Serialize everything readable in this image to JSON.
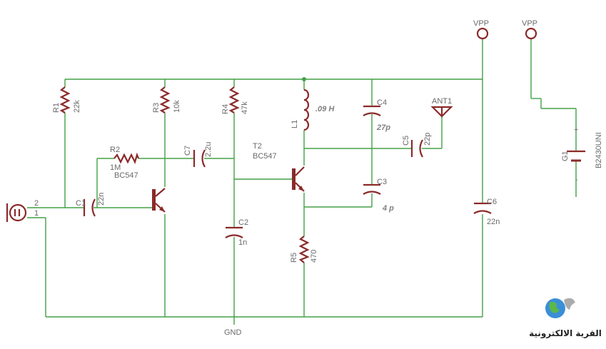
{
  "power": {
    "vpp1": "VPP",
    "vpp2": "VPP",
    "gnd": "GND"
  },
  "connector": {
    "pin2": "2",
    "pin1": "1"
  },
  "components": {
    "R1": {
      "name": "R1",
      "value": "22k"
    },
    "R2": {
      "name": "R2",
      "value": "1M"
    },
    "R3": {
      "name": "R3",
      "value": "10k"
    },
    "R4": {
      "name": "R4",
      "value": "47k"
    },
    "R5": {
      "name": "R5",
      "value": "470"
    },
    "C1": {
      "name": "C1",
      "value": "22n"
    },
    "C2": {
      "name": "C2",
      "value": "1n"
    },
    "C3": {
      "name": "C3",
      "value": "4 p"
    },
    "C4": {
      "name": "C4",
      "value": "27p"
    },
    "C5": {
      "name": "C5",
      "value": "22p"
    },
    "C6": {
      "name": "C6",
      "value": "22n"
    },
    "C7": {
      "name": "C7",
      "value": "2.2u"
    },
    "L1": {
      "name": "L1",
      "value": ".09 H"
    },
    "T1": {
      "value": "BC547"
    },
    "T2": {
      "name": "T2",
      "value": "BC547"
    },
    "ANT1": {
      "name": "ANT1"
    },
    "G1": {
      "name": "G1",
      "value": "B2430UNI",
      "plus": "+",
      "minus": "-"
    }
  },
  "logo": {
    "text": "القرية الالكترونية"
  },
  "colors": {
    "wire": "#43a047",
    "component": "#8b2a2a",
    "label": "#6a6a6a"
  }
}
